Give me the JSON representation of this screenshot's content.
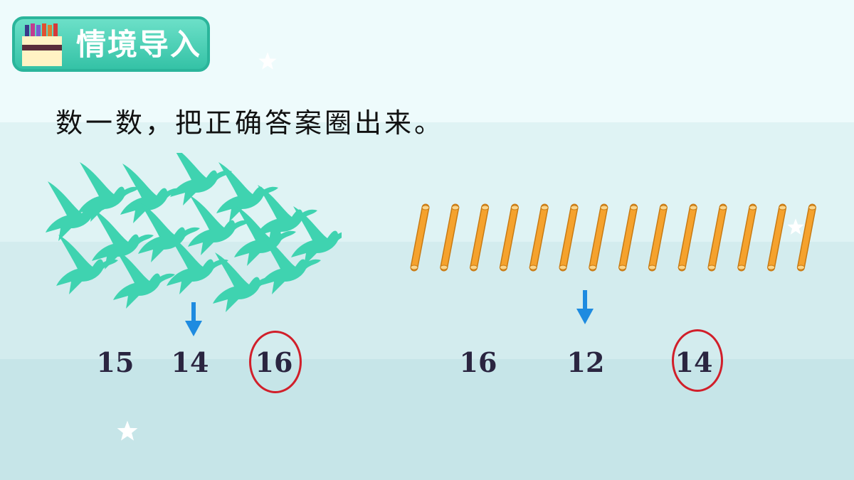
{
  "header": {
    "badge_title": "情境导入"
  },
  "instruction": "数一数，把正确答案圈出来。",
  "left_group": {
    "icon": "bird-icon",
    "color": "#3fd3b0",
    "options": [
      "15",
      "14",
      "16"
    ],
    "circled": "16"
  },
  "right_group": {
    "icon": "stick-icon",
    "color": "#f5a22d",
    "options": [
      "16",
      "12",
      "14"
    ],
    "circled": "14"
  },
  "colors": {
    "accent": "#34c2a6",
    "arrow": "#1e8be0",
    "circle": "#d11f2a",
    "number": "#2a2540"
  }
}
